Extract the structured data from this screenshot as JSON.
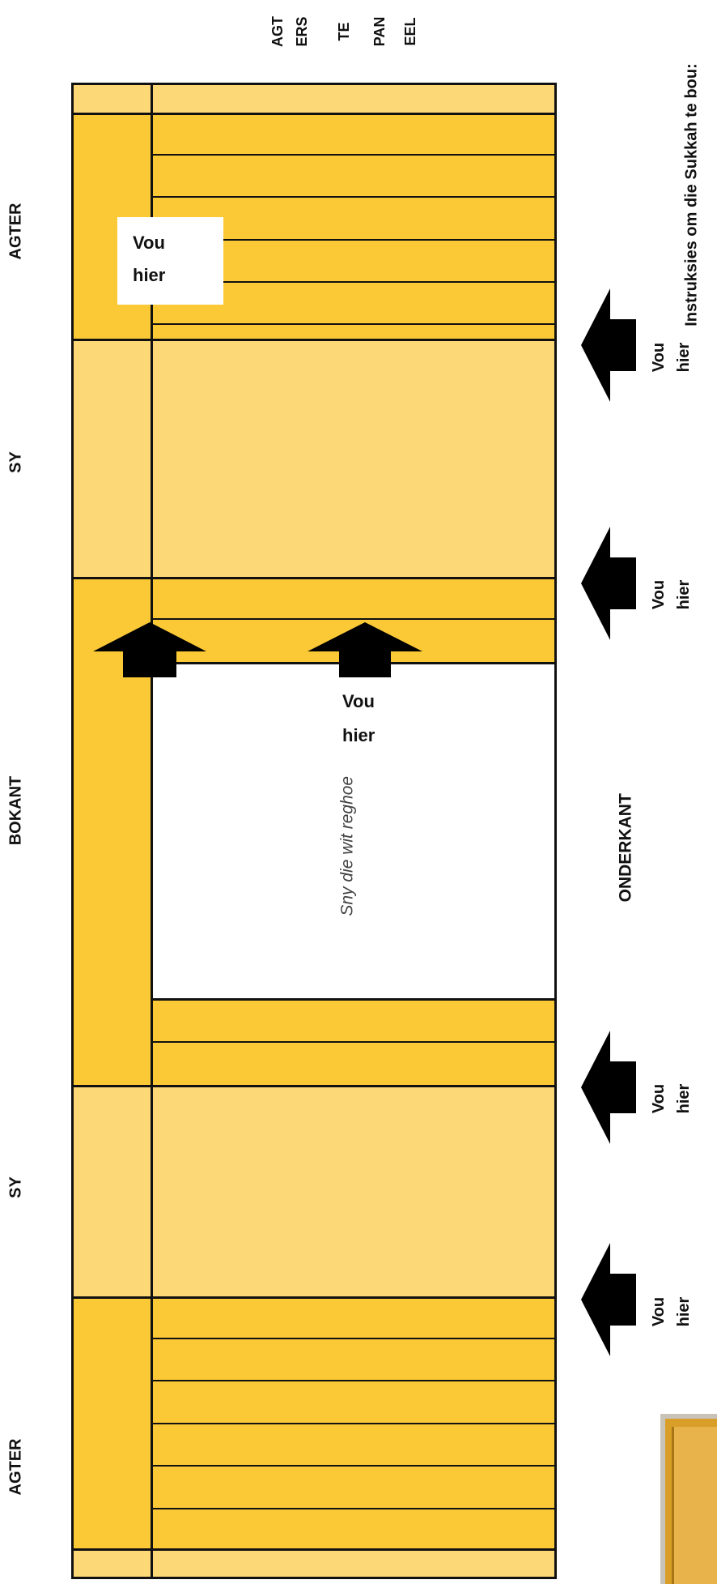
{
  "labels": {
    "agter_top": "AGTER",
    "sy_top": "SY",
    "bokant": "BOKANT",
    "sy_bottom": "SY",
    "agter_bottom": "AGTER",
    "onderkant": "ONDERKANT",
    "header_lines": [
      "AGT",
      "ERS",
      "TE",
      "PAN",
      "EEL"
    ],
    "instructions": "Instruksies om die Sukkah te bou:"
  },
  "folds": {
    "vou": "Vou",
    "hier": "hier"
  },
  "cut_note": "Sny die wit reghoe",
  "colors": {
    "panel_dark": "#fcc936",
    "panel_light": "#fdd877",
    "outline": "#111111"
  },
  "icons": [
    "fold-arrow-icon",
    "sukkah-photo"
  ]
}
